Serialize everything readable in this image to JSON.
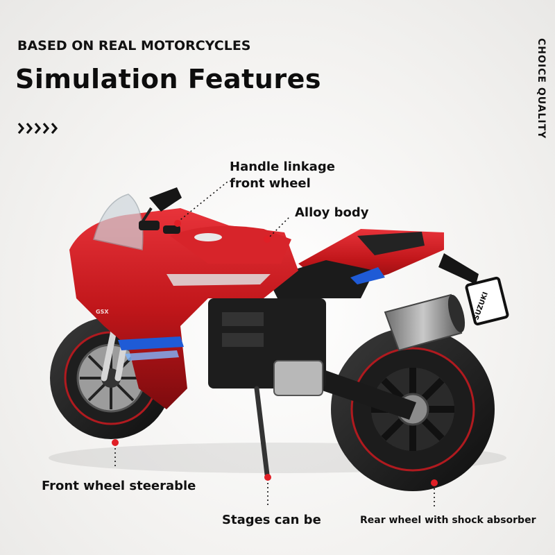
{
  "header": {
    "kicker": "BASED ON REAL MOTORCYCLES",
    "title": "Simulation Features",
    "arrows": ">>>>>",
    "side_text": "CHOICE QUALITY"
  },
  "callouts": {
    "handle_line1": "Handle linkage",
    "handle_line2": "front wheel",
    "alloy": "Alloy body",
    "front_wheel": "Front wheel steerable",
    "stages": "Stages can be",
    "rear_wheel": "Rear wheel with shock absorber"
  },
  "bike": {
    "brand": "SUZUKI",
    "model_badge": "GSX",
    "colors": {
      "body": "#c0161a",
      "accent": "#1f5bd6",
      "dot": "#e01f26"
    }
  }
}
